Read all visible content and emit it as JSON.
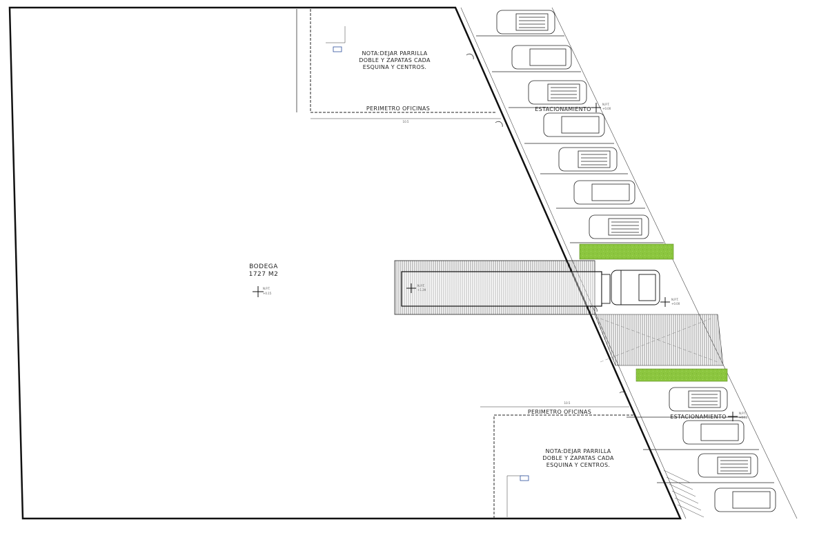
{
  "plan": {
    "warehouse": {
      "name": "BODEGA",
      "area": "1727 M2",
      "level_label": "N.P.T.",
      "level_value": "+0.15"
    },
    "office_top": {
      "perimeter_label": "PERIMETRO OFICINAS",
      "note_lines": [
        "NOTA:DEJAR PARRILLA",
        "DOBLE Y ZAPATAS CADA",
        "ESQUINA Y CENTROS."
      ],
      "width_dim": "10.5"
    },
    "office_bottom": {
      "perimeter_label": "PERIMETRO OFICINAS",
      "note_lines": [
        "NOTA:DEJAR PARRILLA",
        "DOBLE Y ZAPATAS CADA",
        "ESQUINA Y CENTROS."
      ],
      "width_dim": "10.5"
    },
    "parking_top": {
      "label": "ESTACIONAMIENTO",
      "level_label": "N.P.T.",
      "level_value": "+0.00"
    },
    "parking_bottom": {
      "label": "ESTACIONAMIENTO",
      "level_label": "N.P.T.",
      "level_value": "+0.00"
    },
    "truck_dock": {
      "level_label": "N.P.T.",
      "level_value": "+0.00",
      "trailer_level": "+1.20"
    }
  },
  "colors": {
    "line": "#111111",
    "green_area": "#8cc63f",
    "hatch": "#555555"
  }
}
